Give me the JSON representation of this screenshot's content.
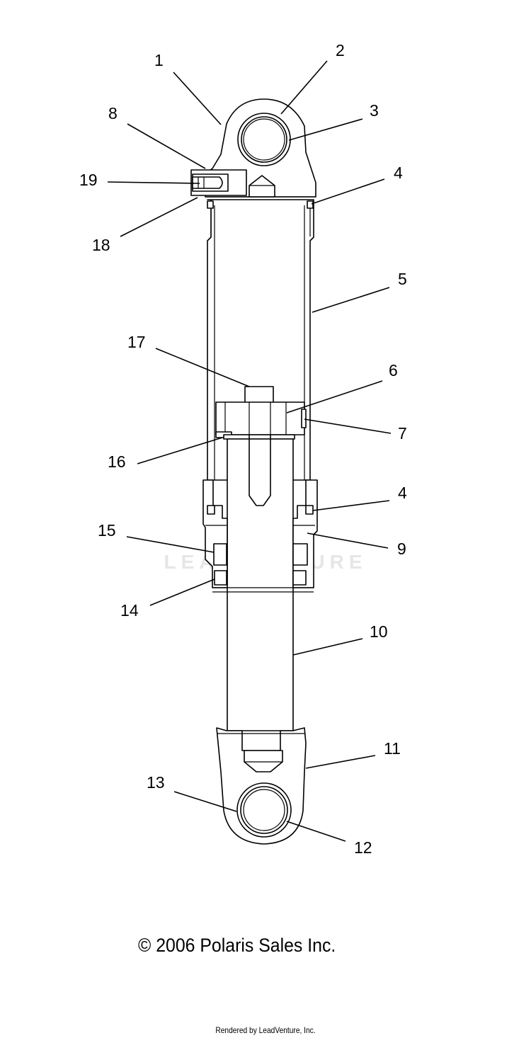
{
  "watermark": {
    "text": "LEADVENTURE"
  },
  "callouts": [
    {
      "id": "1",
      "label": "1"
    },
    {
      "id": "2",
      "label": "2"
    },
    {
      "id": "3",
      "label": "3"
    },
    {
      "id": "4a",
      "label": "4"
    },
    {
      "id": "5",
      "label": "5"
    },
    {
      "id": "6",
      "label": "6"
    },
    {
      "id": "7",
      "label": "7"
    },
    {
      "id": "8",
      "label": "8"
    },
    {
      "id": "19",
      "label": "19"
    },
    {
      "id": "18",
      "label": "18"
    },
    {
      "id": "17",
      "label": "17"
    },
    {
      "id": "16",
      "label": "16"
    },
    {
      "id": "4b",
      "label": "4"
    },
    {
      "id": "15",
      "label": "15"
    },
    {
      "id": "9",
      "label": "9"
    },
    {
      "id": "14",
      "label": "14"
    },
    {
      "id": "10",
      "label": "10"
    },
    {
      "id": "11",
      "label": "11"
    },
    {
      "id": "13",
      "label": "13"
    },
    {
      "id": "12",
      "label": "12"
    }
  ],
  "copyright": "© 2006 Polaris Sales Inc.",
  "footer": "Rendered by LeadVenture, Inc."
}
